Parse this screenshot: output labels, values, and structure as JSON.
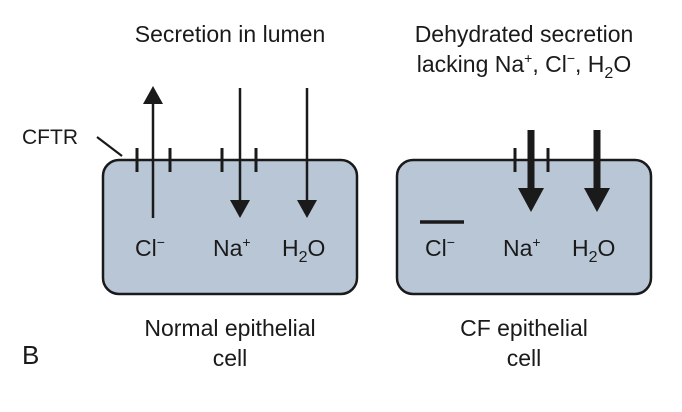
{
  "colors": {
    "cell_fill": "#b9c6d6",
    "stroke": "#1a1a1a",
    "background": "#ffffff"
  },
  "panel_label": "B",
  "labels": {
    "cftr": "CFTR"
  },
  "normal": {
    "heading": "Secretion in lumen",
    "ion_cl": "Cl",
    "ion_cl_sup": "−",
    "ion_na": "Na",
    "ion_na_sup": "+",
    "ion_h2o_h": "H",
    "ion_h2o_sub": "2",
    "ion_h2o_o": "O",
    "caption_line1": "Normal epithelial",
    "caption_line2": "cell"
  },
  "cf": {
    "heading_line1": "Dehydrated secretion",
    "heading_line2_prefix": "lacking Na",
    "heading_line2_na_sup": "+",
    "heading_line2_mid": ", Cl",
    "heading_line2_cl_sup": "−",
    "heading_line2_sep": ", H",
    "heading_line2_sub": "2",
    "heading_line2_o": "O",
    "ion_cl": "Cl",
    "ion_cl_sup": "−",
    "ion_na": "Na",
    "ion_na_sup": "+",
    "ion_h2o_h": "H",
    "ion_h2o_sub": "2",
    "ion_h2o_o": "O",
    "caption_line1": "CF epithelial",
    "caption_line2": "cell"
  }
}
